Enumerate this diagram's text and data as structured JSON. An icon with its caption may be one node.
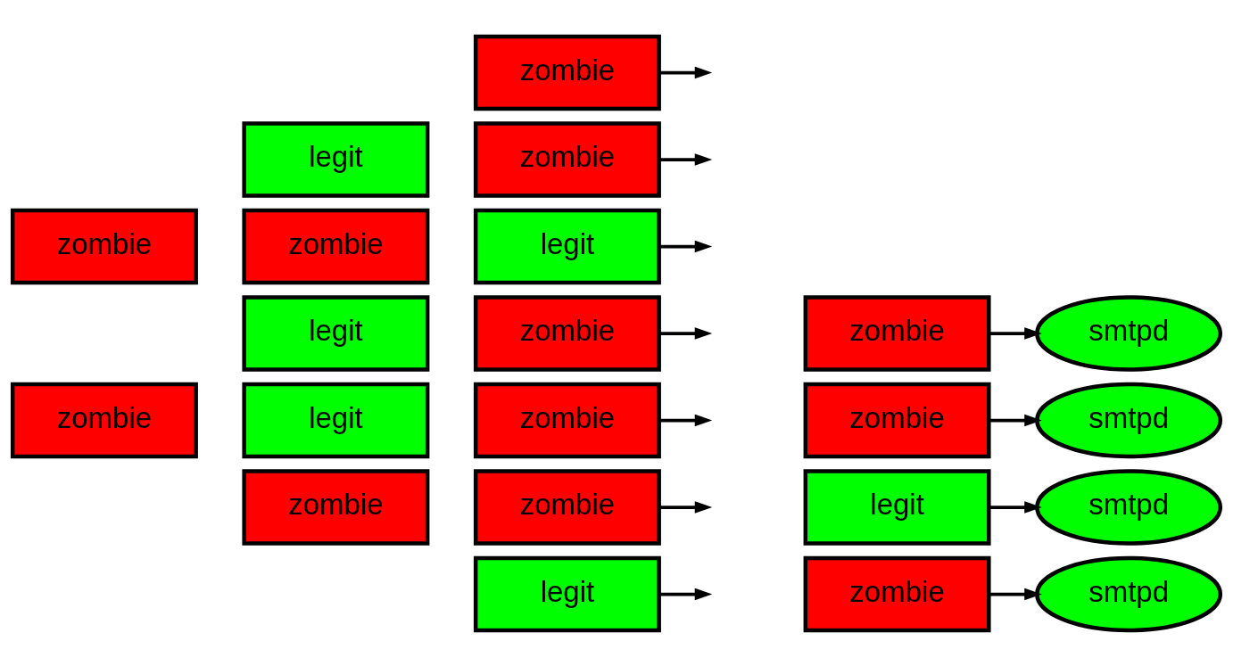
{
  "diagram": {
    "nodes": [
      {
        "text": [
          "zombie"
        ]
      },
      {
        "text": [
          "legit"
        ]
      },
      {
        "text": [
          "zombie"
        ]
      },
      {
        "text": [
          "zombie"
        ]
      },
      {
        "text": [
          "zombie"
        ]
      },
      {
        "text": [
          "legit"
        ]
      },
      {
        "text": [
          "legit"
        ]
      },
      {
        "text": [
          "zombie"
        ]
      },
      {
        "text": [
          "zombie"
        ]
      },
      {
        "text": [
          "legit"
        ]
      },
      {
        "text": [
          "zombie"
        ]
      },
      {
        "text": [
          "zombie"
        ]
      },
      {
        "text": [
          "zombie"
        ]
      },
      {
        "text": [
          "legit"
        ]
      },
      {
        "text": [
          "zombie"
        ]
      },
      {
        "text": [
          "zombie"
        ]
      },
      {
        "text": [
          "legit"
        ]
      },
      {
        "text": [
          "zombie"
        ]
      },
      {
        "text": [
          "smtpd"
        ]
      },
      {
        "text": [
          "smtpd"
        ]
      },
      {
        "text": [
          "smtpd"
        ]
      },
      {
        "text": [
          "smtpd"
        ]
      }
    ],
    "edges": [
      {
        "from": 0,
        "to": null,
        "arrow": "to"
      },
      {
        "from": 2,
        "to": null,
        "arrow": "to"
      },
      {
        "from": 5,
        "to": null,
        "arrow": "to"
      },
      {
        "from": 7,
        "to": null,
        "arrow": "to"
      },
      {
        "from": 10,
        "to": null,
        "arrow": "to"
      },
      {
        "from": 12,
        "to": null,
        "arrow": "to"
      },
      {
        "from": 13,
        "to": null,
        "arrow": "to"
      },
      {
        "from": 14,
        "to": 18,
        "arrow": "to"
      },
      {
        "from": 15,
        "to": 19,
        "arrow": "to"
      },
      {
        "from": 16,
        "to": 20,
        "arrow": "to"
      },
      {
        "from": 17,
        "to": 21,
        "arrow": "to"
      }
    ]
  }
}
